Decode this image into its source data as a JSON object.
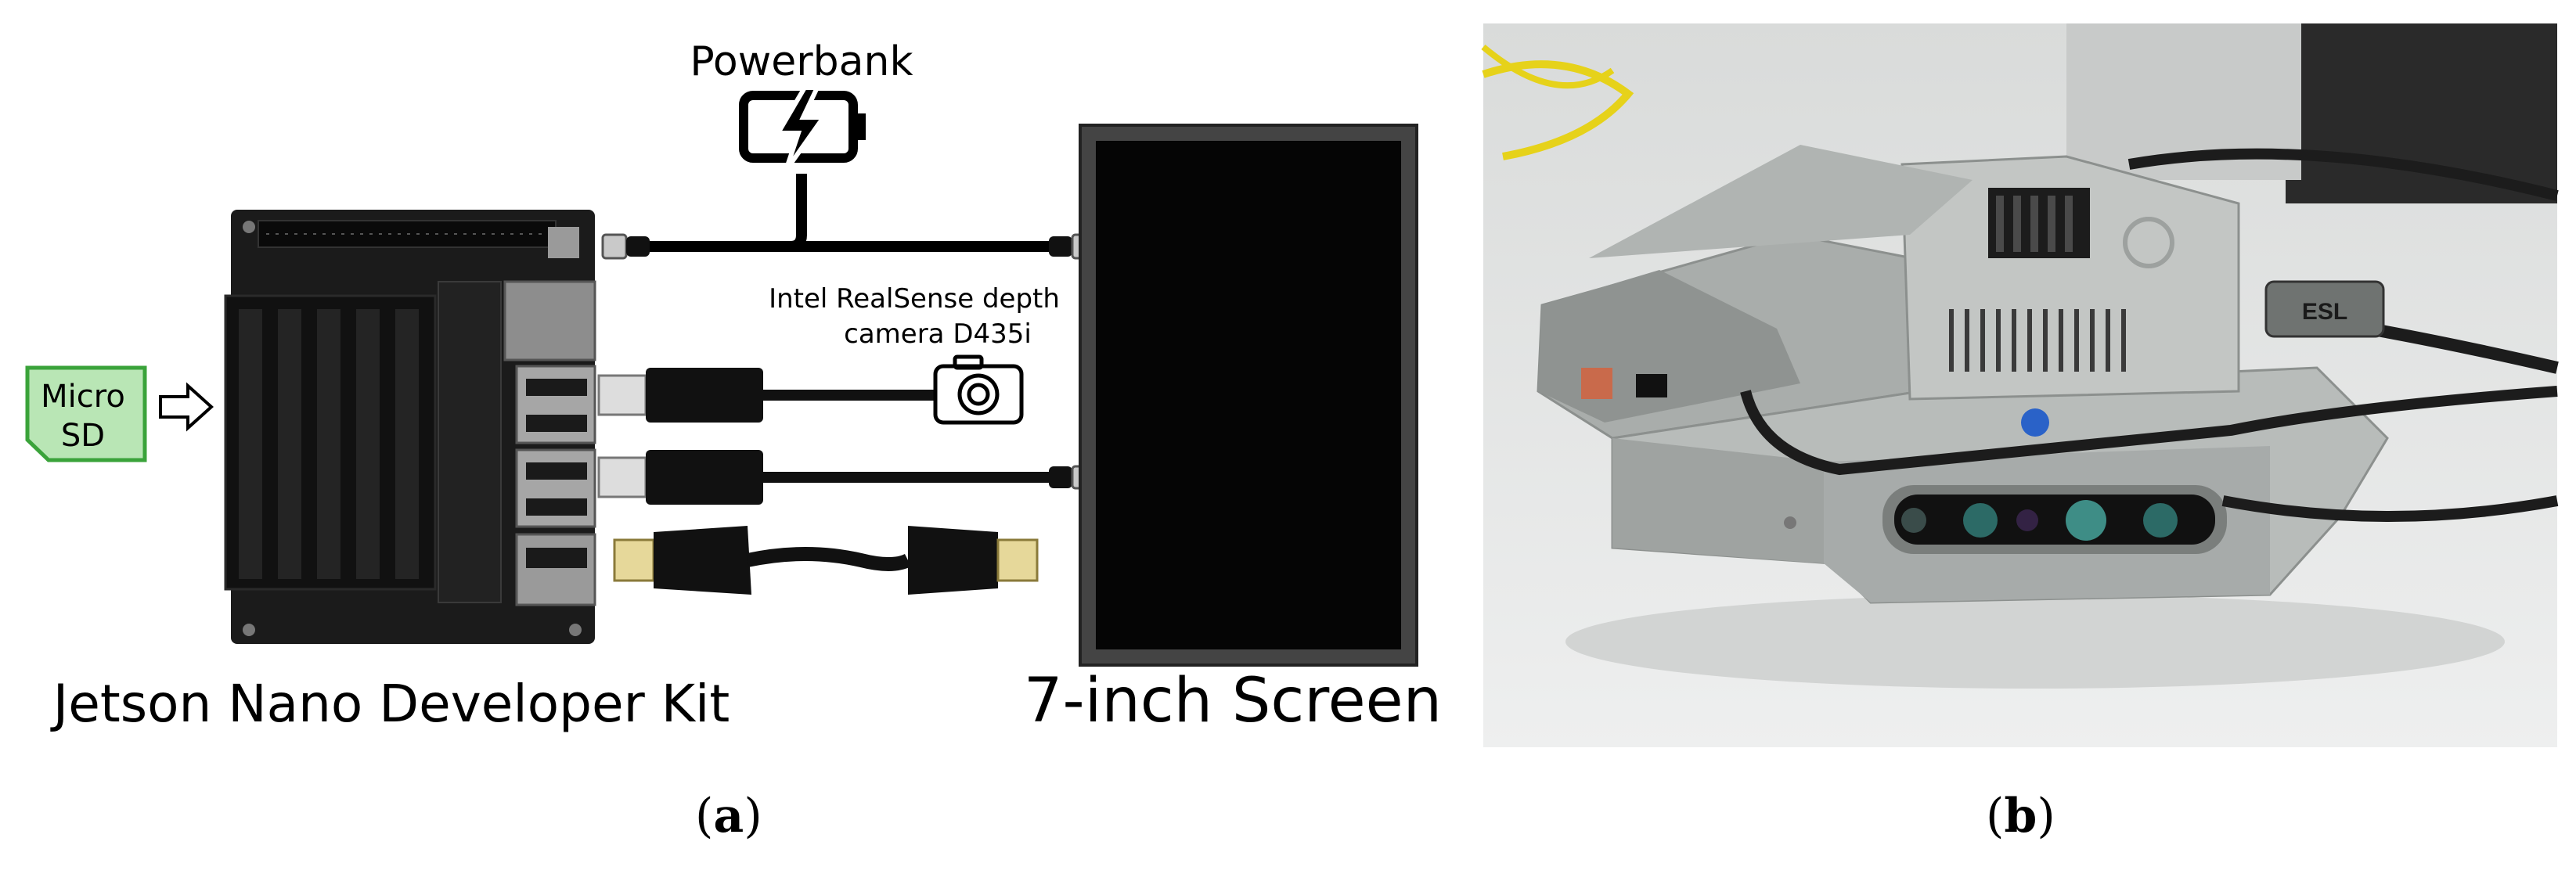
{
  "panel_a": {
    "powerbank_label": "Powerbank",
    "micro_sd_label_line1": "Micro",
    "micro_sd_label_line2": "SD",
    "camera_label_line1": "Intel RealSense depth",
    "camera_label_line2": "camera D435i",
    "board_label": "Jetson Nano Developer Kit",
    "screen_label": "7-inch Screen",
    "caption_letter": "a"
  },
  "panel_b": {
    "case_logo_text": "ESL",
    "caption_letter": "b"
  },
  "colors": {
    "micro_sd_fill": "#b9e6b5",
    "micro_sd_stroke": "#3aa33a",
    "screen_fill": "#050505",
    "pcb": "#1b1b1b",
    "heatsink": "#111111",
    "case_gray": "#b8bcba",
    "table_white": "#eceeee"
  }
}
